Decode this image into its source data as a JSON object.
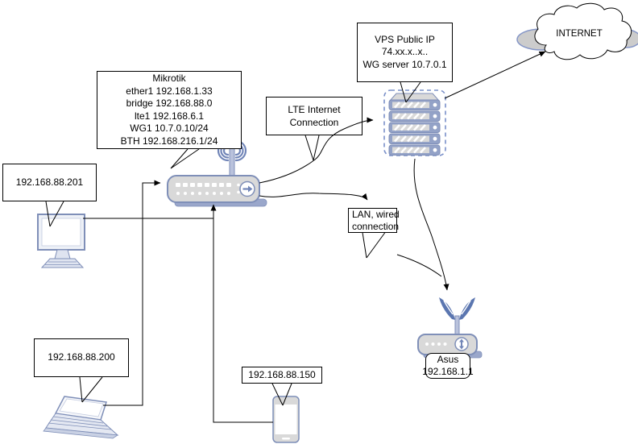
{
  "diagram": {
    "internet": {
      "label": "INTERNET"
    },
    "callouts": {
      "vps": {
        "lines": [
          "VPS Public IP",
          "74.xx.x..x..",
          "WG server 10.7.0.1"
        ]
      },
      "mikrotik": {
        "lines": [
          "Mikrotik",
          "ether1 192.168.1.33",
          "bridge 192.168.88.0",
          "lte1 192.168.6.1",
          "WG1 10.7.0.10/24",
          "BTH 192.168.216.1/24"
        ]
      },
      "lte": {
        "lines": [
          "LTE Internet",
          "Connection"
        ]
      },
      "lan": {
        "lines": [
          "LAN, wired",
          "connection"
        ]
      },
      "monitor": {
        "label": "192.168.88.201"
      },
      "laptop": {
        "label": "192.168.88.200"
      },
      "phone": {
        "label": "192.168.88.150"
      }
    },
    "asus_label": {
      "lines": [
        "Asus",
        "192.168.1.1"
      ]
    },
    "icons": {
      "internet": "cloud-icon",
      "vps": "server-stack-icon",
      "mikrotik": "wireless-router-icon",
      "asus": "wireless-router-icon",
      "monitor": "desktop-monitor-icon",
      "laptop": "laptop-icon",
      "phone": "smartphone-icon"
    },
    "colors": {
      "device_stroke": "#7f8fb8",
      "device_fill": "#d9d9d9",
      "accent_blue": "#7286b8",
      "dashed_border": "#7a90c9",
      "cloud_side_fill": "#cccccc",
      "connector_line": "#000000"
    }
  }
}
